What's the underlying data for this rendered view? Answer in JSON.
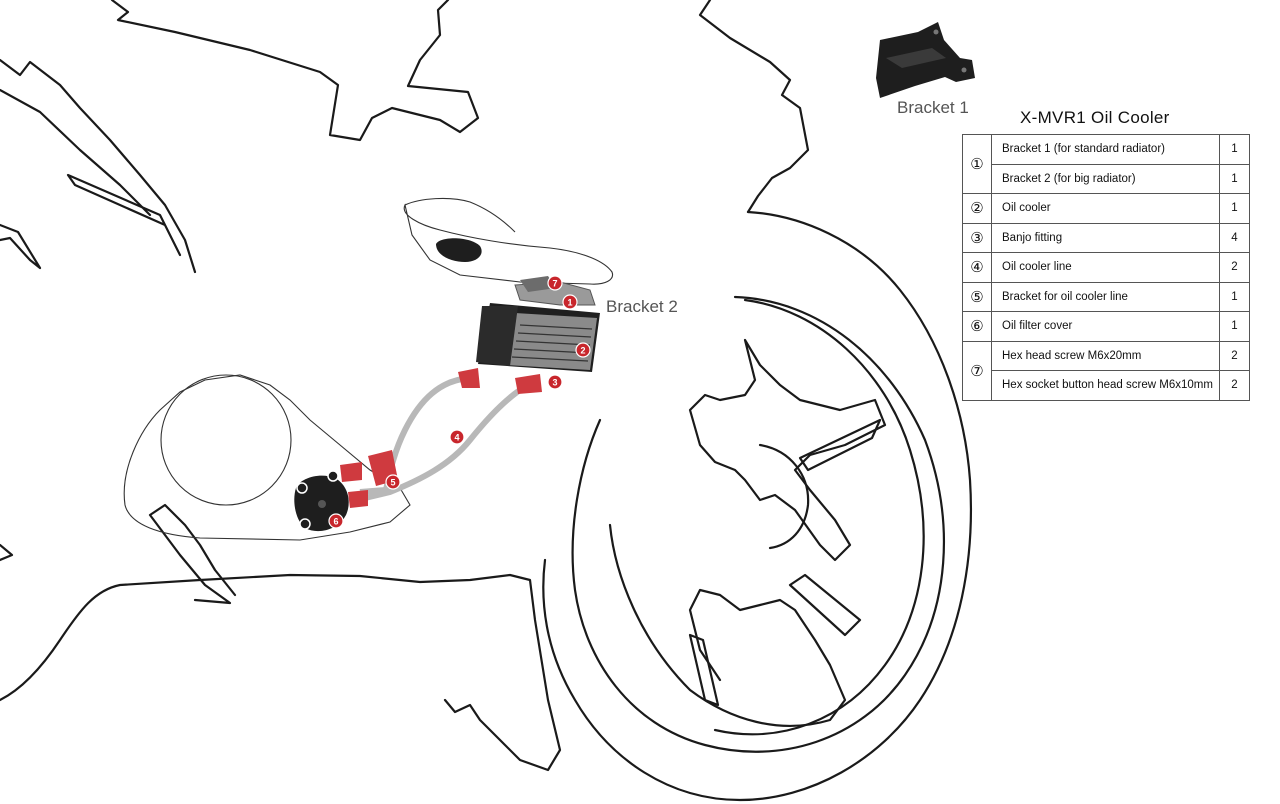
{
  "diagram": {
    "labels": {
      "bracket1": "Bracket 1",
      "bracket2": "Bracket 2"
    },
    "callouts": [
      "7",
      "1",
      "2",
      "3",
      "4",
      "5",
      "6"
    ],
    "colors": {
      "callout": "#c8262c",
      "hose": "#b8b8b8",
      "fitting": "#cf3a3f",
      "parts_dark": "#1e1e1e",
      "cooler_grey": "#8a8a8a"
    }
  },
  "parts": {
    "title": "X-MVR1 Oil Cooler",
    "rows": [
      {
        "num": "①",
        "desc": "Bracket 1 (for standard radiator)",
        "qty": "1"
      },
      {
        "num": "",
        "desc": "Bracket 2 (for big radiator)",
        "qty": "1"
      },
      {
        "num": "②",
        "desc": "Oil cooler",
        "qty": "1"
      },
      {
        "num": "③",
        "desc": "Banjo fitting",
        "qty": "4"
      },
      {
        "num": "④",
        "desc": "Oil cooler line",
        "qty": "2"
      },
      {
        "num": "⑤",
        "desc": "Bracket for oil cooler line",
        "qty": "1"
      },
      {
        "num": "⑥",
        "desc": "Oil filter cover",
        "qty": "1"
      },
      {
        "num": "⑦",
        "desc": "Hex head screw M6x20mm",
        "qty": "2"
      },
      {
        "num": "",
        "desc": "Hex socket button head screw M6x10mm",
        "qty": "2"
      }
    ]
  }
}
